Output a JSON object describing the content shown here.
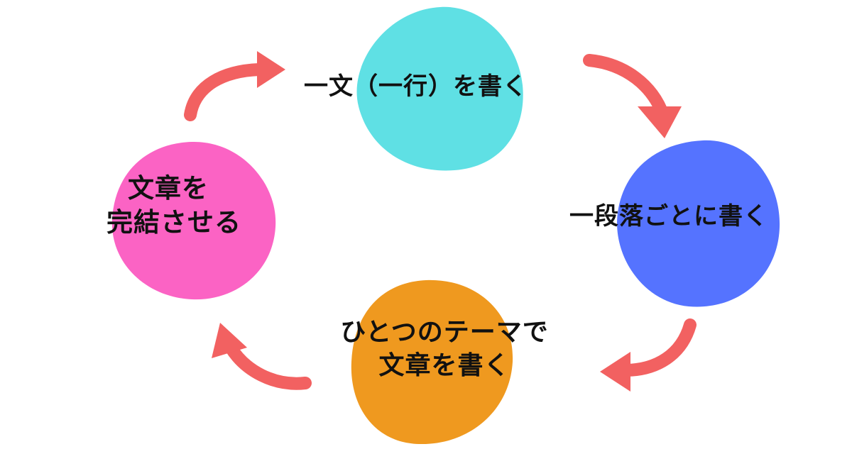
{
  "colors": {
    "arrow": "#f26161",
    "node_top": "#5fe0e4",
    "node_right": "#5573ff",
    "node_bottom": "#ef991f",
    "node_left": "#fb63c4",
    "text": "#111111"
  },
  "nodes": {
    "top": {
      "lines": [
        "一文（一行）を書く"
      ]
    },
    "right": {
      "lines": [
        "一段落ごとに書く"
      ]
    },
    "bottom": {
      "lines": [
        "ひとつのテーマで",
        "文章を書く"
      ]
    },
    "left": {
      "lines": [
        "文章を",
        "完結させる"
      ]
    }
  },
  "flow": [
    "top",
    "right",
    "bottom",
    "left"
  ]
}
